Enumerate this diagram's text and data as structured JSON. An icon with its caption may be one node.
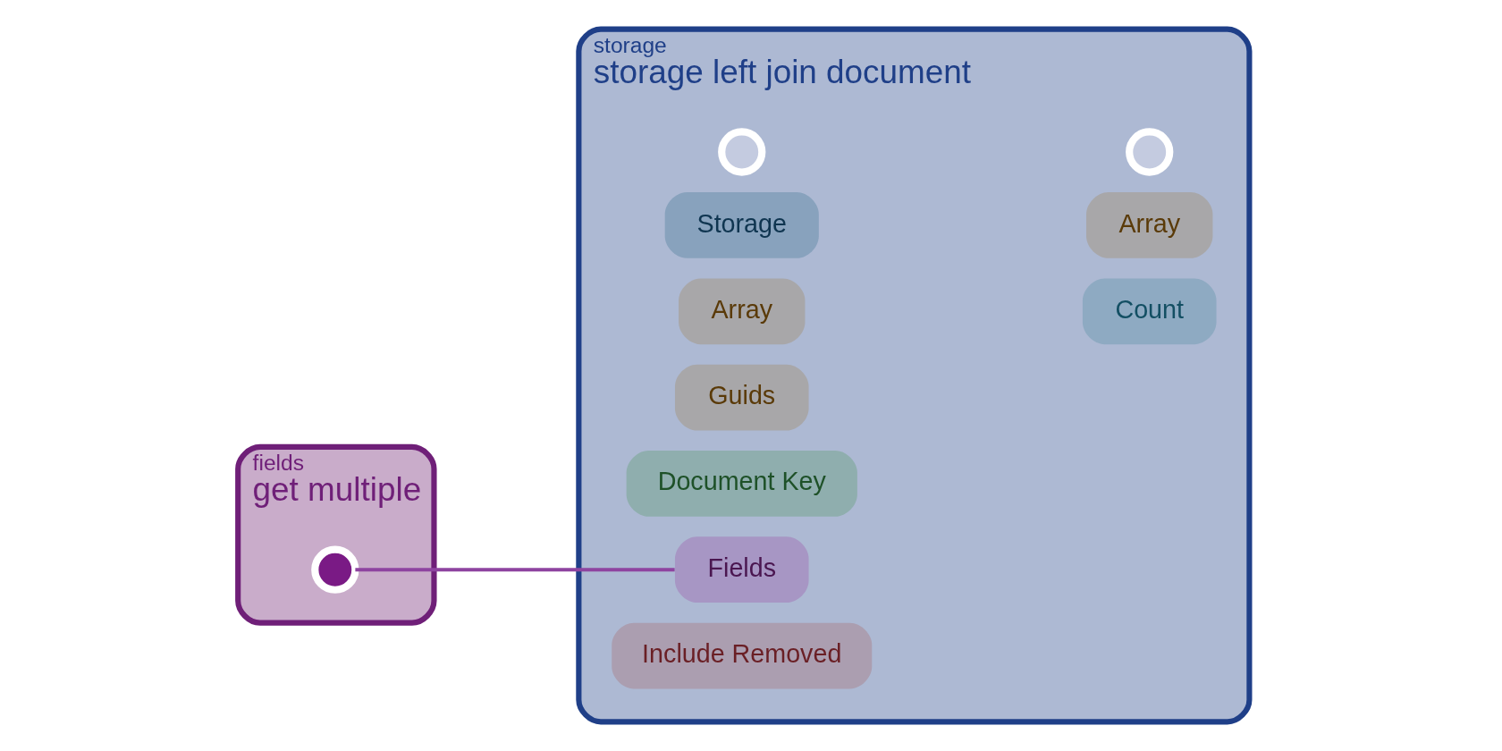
{
  "diagram": {
    "nodes": [
      {
        "text": [
          "fields",
          "get multiple"
        ]
      },
      {
        "text": [],
        "shape": "circle",
        "in": 0
      },
      {
        "text": [
          "storage",
          "storage left join document"
        ]
      },
      {
        "text": [],
        "shape": "circle",
        "in": 2
      },
      {
        "text": [],
        "shape": "circle",
        "in": 2
      },
      {
        "text": [
          "Storage"
        ],
        "in": 2
      },
      {
        "text": [
          "Array"
        ],
        "in": 2
      },
      {
        "text": [
          "Array"
        ],
        "in": 2
      },
      {
        "text": [
          "Count"
        ],
        "in": 2
      },
      {
        "text": [
          "Guids"
        ],
        "in": 2
      },
      {
        "text": [
          "Document Key"
        ],
        "in": 2
      },
      {
        "text": [
          "Fields"
        ],
        "in": 2
      },
      {
        "text": [
          "Include Removed"
        ],
        "in": 2
      }
    ],
    "edges": [
      {
        "from": 1,
        "to": 11,
        "arrow": "none",
        "color": "#8e44a0"
      }
    ]
  }
}
